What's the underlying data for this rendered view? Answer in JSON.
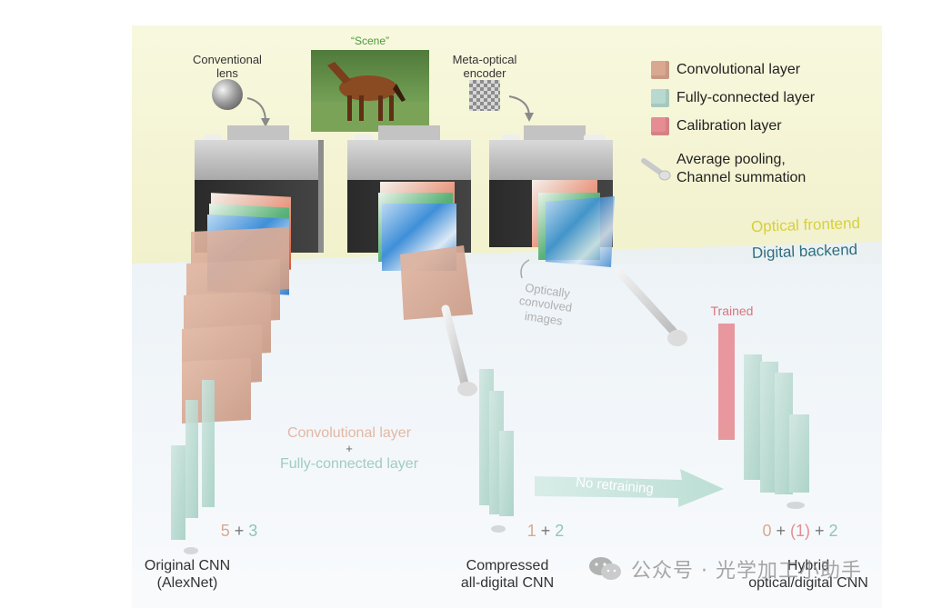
{
  "scene_label": "“Scene”",
  "lens_label": "Conventional\nlens",
  "encoder_label": "Meta-optical\nencoder",
  "legend": [
    {
      "label": "Convolutional layer",
      "color": "#d9a891"
    },
    {
      "label": "Fully-connected layer",
      "color": "#b7d9cf"
    },
    {
      "label": "Calibration layer",
      "color": "#e58d92"
    },
    {
      "label": "Average pooling,\nChannel summation",
      "color": "#d0d0d0"
    }
  ],
  "frontend_label": "Optical frontend",
  "backend_label": "Digital backend",
  "optically_convolved_label": "Optically\nconvolved\nimages",
  "trained_label": "Trained",
  "center_text": {
    "line1": "Convolutional layer",
    "line2": "+",
    "line3": "Fully-connected layer"
  },
  "no_retraining_label": "No retraining",
  "networks": [
    {
      "name": "Original CNN\n(AlexNet)",
      "formula": [
        {
          "text": "5",
          "color": "#d9a891"
        },
        {
          "text": " + ",
          "color": "#777777"
        },
        {
          "text": "3",
          "color": "#8fc5b7"
        }
      ]
    },
    {
      "name": "Compressed\nall-digital CNN",
      "formula": [
        {
          "text": "1",
          "color": "#d9a891"
        },
        {
          "text": " + ",
          "color": "#777777"
        },
        {
          "text": "2",
          "color": "#8fc5b7"
        }
      ]
    },
    {
      "name": "Hybrid\noptical/digital CNN",
      "formula": [
        {
          "text": "0",
          "color": "#d9a891"
        },
        {
          "text": " + ",
          "color": "#777777"
        },
        {
          "text": "(1)",
          "color": "#e58d92"
        },
        {
          "text": " + ",
          "color": "#777777"
        },
        {
          "text": "2",
          "color": "#8fc5b7"
        }
      ]
    }
  ],
  "watermark": "公众号 · 光学加工小助手",
  "colors": {
    "frontend_bg": "#f6f5d8",
    "backend_bg": "#eef4f8",
    "frontend_text": "#d8cf3a",
    "backend_text": "#2f6f80",
    "conv": "#d9a891",
    "fc": "#b7d9cf",
    "calib": "#e58d92"
  }
}
